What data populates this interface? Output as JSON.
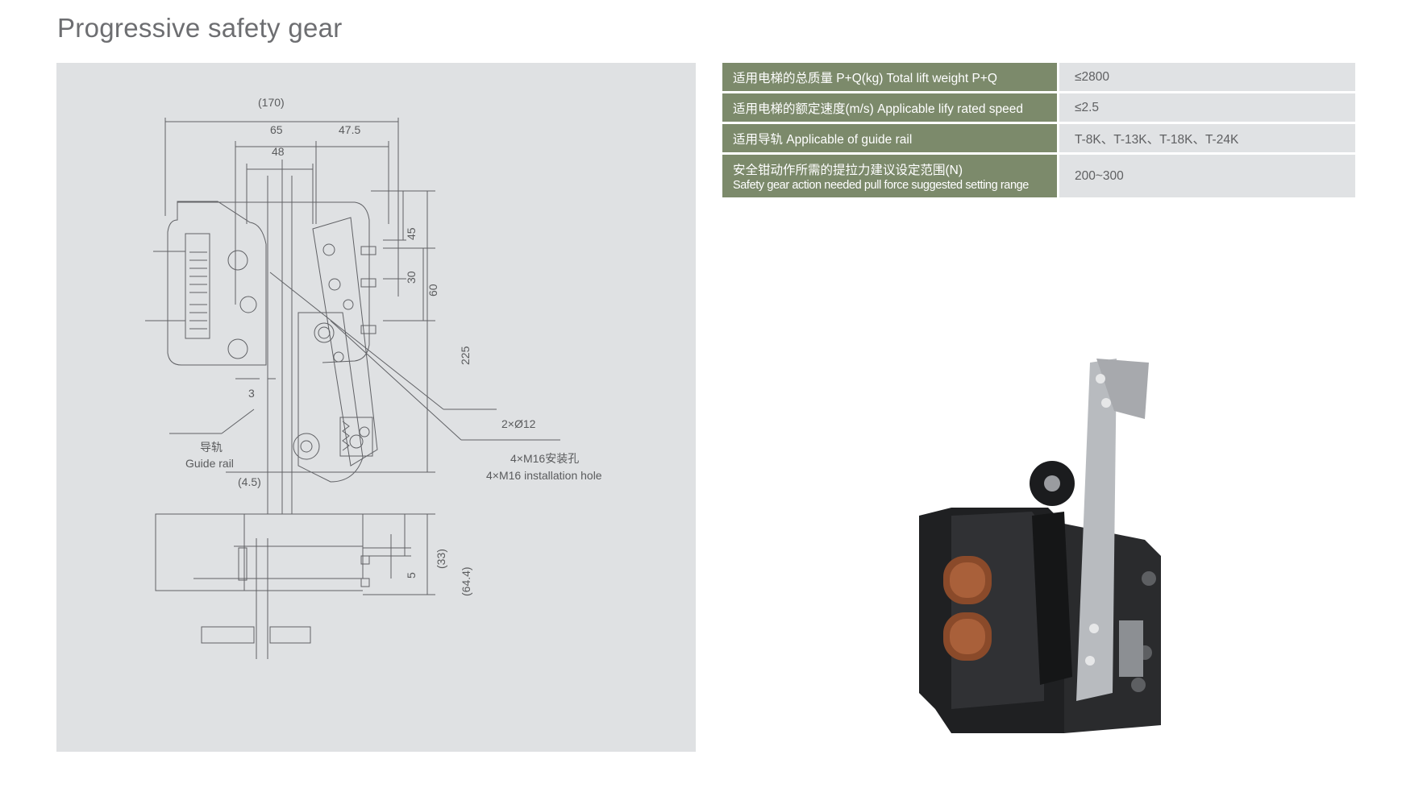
{
  "page": {
    "title": "Progressive safety gear"
  },
  "specs": {
    "rows": [
      {
        "label": "适用电梯的总质量 P+Q(kg)   Total lift weight P+Q",
        "sub": "",
        "value": "≤2800"
      },
      {
        "label": "适用电梯的额定速度(m/s)  Applicable lify rated speed",
        "sub": "",
        "value": "≤2.5"
      },
      {
        "label": "适用导轨  Applicable of guide rail",
        "sub": "",
        "value": "T-8K、T-13K、T-18K、T-24K"
      },
      {
        "label": "安全钳动作所需的提拉力建议设定范围(N)",
        "sub": "Safety gear action needed pull force suggested setting range",
        "value": "200~300"
      }
    ]
  },
  "drawing": {
    "dimensions": {
      "d170": "(170)",
      "d65": "65",
      "d47_5": "47.5",
      "d48": "48",
      "d45": "45",
      "d30": "30",
      "d60": "60",
      "d225": "225",
      "d3": "3",
      "d4_5": "(4.5)",
      "d33": "(33)",
      "d5": "5",
      "d64_4": "(64.4)"
    },
    "callouts": {
      "hole_2": "2×Ø12",
      "install_cn": "4×M16安装孔",
      "install_en": "4×M16 installation hole",
      "rail_cn": "导轨",
      "rail_en": "Guide rail"
    }
  },
  "colors": {
    "label_bg": "#7c8a6b",
    "value_bg": "#e0e2e4",
    "panel_bg": "#dfe1e3"
  }
}
